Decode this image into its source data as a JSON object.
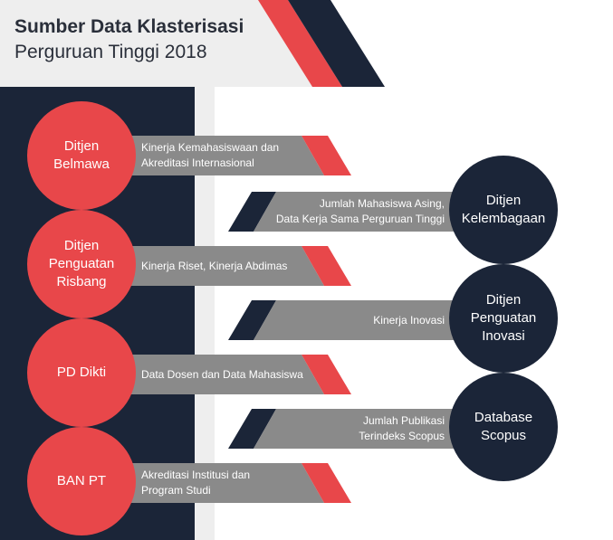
{
  "title": {
    "main": "Sumber Data Klasterisasi",
    "sub": "Perguruan Tinggi 2018"
  },
  "colors": {
    "navy": "#1b2538",
    "red": "#e8474a",
    "gray": "#8a8a8a",
    "light_gray": "#eeeeee"
  },
  "left_sources": [
    {
      "label": "Ditjen\nBelmawa",
      "description": "Kinerja Kemahasiswaan dan\nAkreditasi Internasional"
    },
    {
      "label": "Ditjen\nPenguatan\nRisbang",
      "description": "Kinerja Riset, Kinerja Abdimas"
    },
    {
      "label": "PD Dikti",
      "description": "Data Dosen dan Data Mahasiswa"
    },
    {
      "label": "BAN PT",
      "description": "Akreditasi Institusi dan\nProgram Studi"
    }
  ],
  "right_sources": [
    {
      "label": "Ditjen\nKelembagaan",
      "description": "Jumlah Mahasiswa Asing,\nData Kerja Sama Perguruan Tinggi"
    },
    {
      "label": "Ditjen\nPenguatan\nInovasi",
      "description": "Kinerja Inovasi"
    },
    {
      "label": "Database\nScopus",
      "description": "Jumlah Publikasi\nTerindeks Scopus"
    }
  ]
}
